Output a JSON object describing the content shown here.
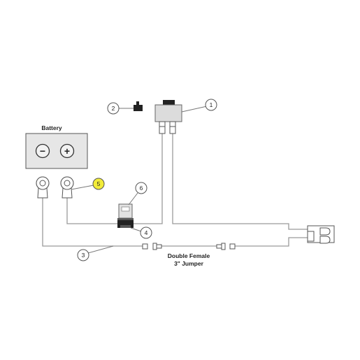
{
  "diagram": {
    "battery_label": "Battery",
    "battery_terminals": {
      "negative_symbol": "−",
      "positive_symbol": "+"
    },
    "jumper_label_line1": "Double Female",
    "jumper_label_line2": "3\" Jumper",
    "callouts": [
      {
        "id": "1",
        "highlight": false
      },
      {
        "id": "2",
        "highlight": false
      },
      {
        "id": "3",
        "highlight": false
      },
      {
        "id": "4",
        "highlight": false
      },
      {
        "id": "5",
        "highlight": true
      },
      {
        "id": "6",
        "highlight": false
      }
    ],
    "colors": {
      "highlight": "#f2ec3a",
      "callout_fill": "#ffffff",
      "battery_fill": "#e6e6e6",
      "terminal_fill": "#f2f2f2",
      "component_fill": "#dcdcdc",
      "wire": "#9a9a9a",
      "dark_part": "#222222"
    }
  }
}
